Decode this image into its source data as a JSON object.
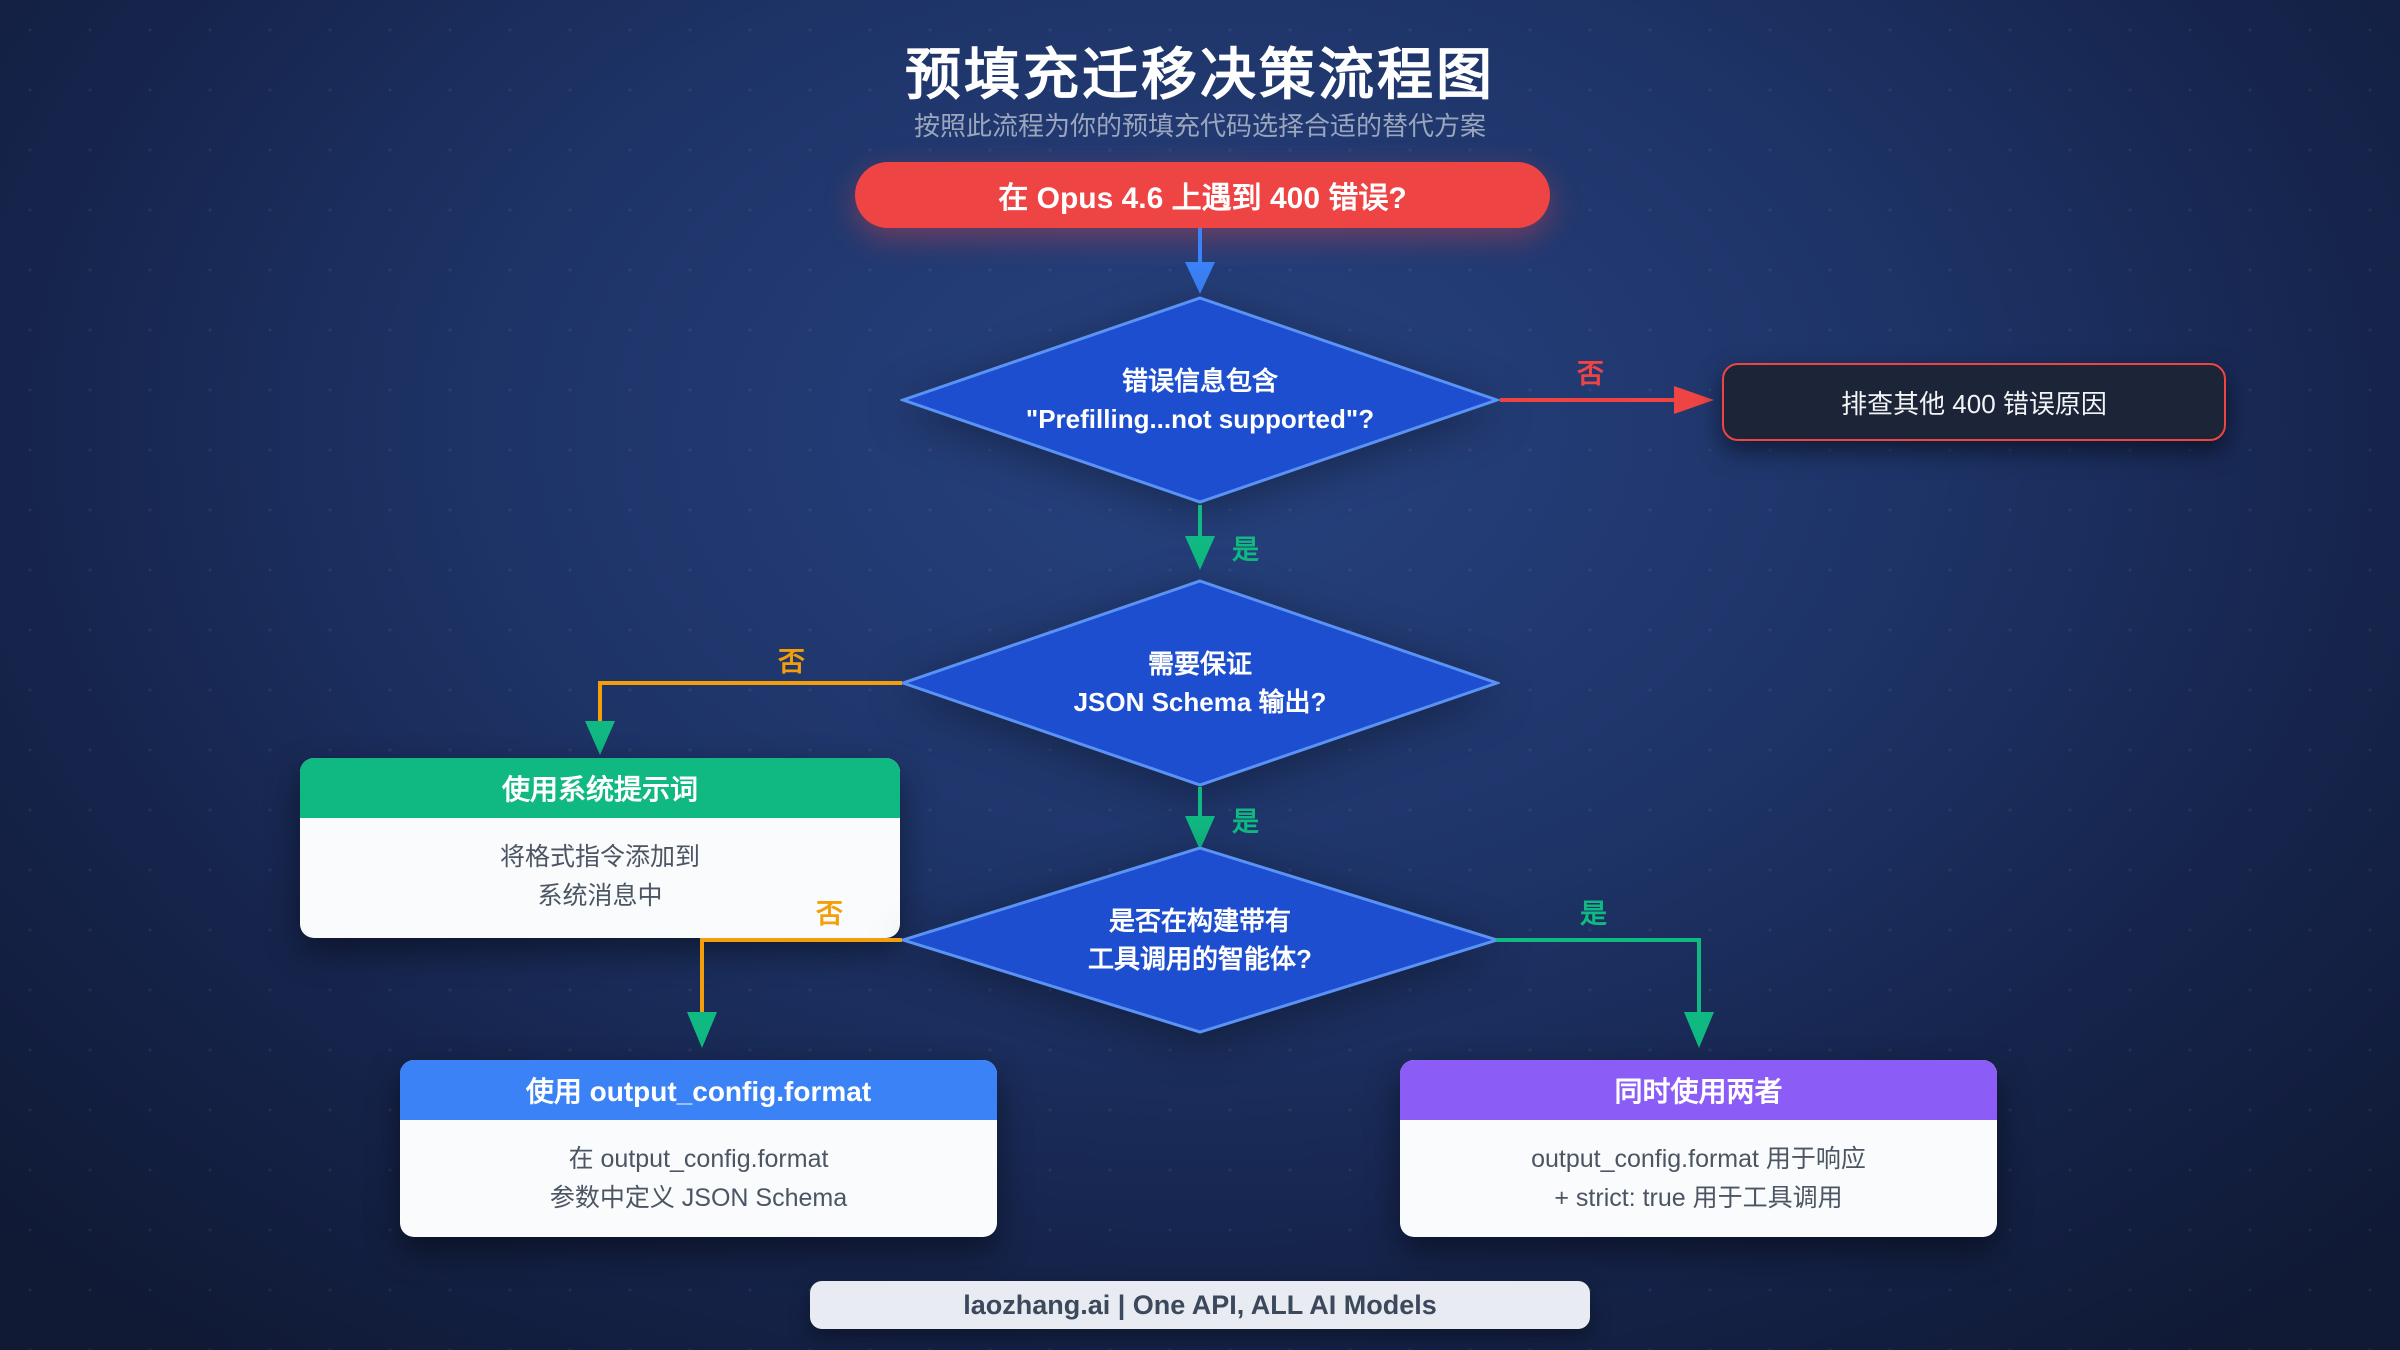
{
  "title": "预填充迁移决策流程图",
  "subtitle": "按照此流程为你的预填充代码选择合适的替代方案",
  "labels": {
    "yes": "是",
    "no": "否"
  },
  "nodes": {
    "start": {
      "label": "在 Opus 4.6 上遇到 400 错误?"
    },
    "decision_error": {
      "line1": "错误信息包含",
      "line2": "\"Prefilling...not supported\"?"
    },
    "other_400": {
      "label": "排查其他 400 错误原因"
    },
    "decision_schema": {
      "line1": "需要保证",
      "line2": "JSON Schema 输出?"
    },
    "system_prompt": {
      "title": "使用系统提示词",
      "line1": "将格式指令添加到",
      "line2": "系统消息中"
    },
    "decision_agent": {
      "line1": "是否在构建带有",
      "line2": "工具调用的智能体?"
    },
    "output_config": {
      "title": "使用 output_config.format",
      "line1": "在 output_config.format",
      "line2": "参数中定义 JSON Schema"
    },
    "use_both": {
      "title": "同时使用两者",
      "line1": "output_config.format 用于响应",
      "line2": "+ strict: true 用于工具调用"
    }
  },
  "footer": "laozhang.ai | One API, ALL AI Models",
  "colors": {
    "red": "#ef4444",
    "green": "#10b981",
    "orange": "#f59e0b",
    "blue": "#3b82f6",
    "purple": "#8b5cf6",
    "diamondFill": "#1e4ed0",
    "diamondBorder": "#5b93f5",
    "darkCard": "#1b2537",
    "cardBody": "#fafbfc",
    "cardText": "#4b5563",
    "muted": "#9aa6bd",
    "bgGlow": "#27427f",
    "bgEdge": "#101a35",
    "footerBg": "#e8ebf1",
    "footerText": "#3c485c"
  }
}
